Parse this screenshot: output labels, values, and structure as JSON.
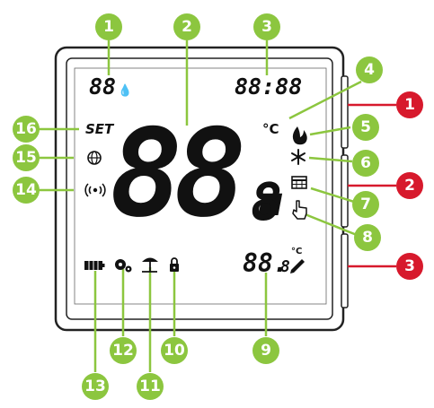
{
  "colors": {
    "callout_green": "#8cc63f",
    "callout_red": "#d7192c",
    "lcd_text": "#111111",
    "frame": "#222222"
  },
  "lcd": {
    "humidity": "88",
    "humidity_icon": "droplet-percent-icon",
    "clock": "88:88",
    "main_temp_big": "88.",
    "main_temp_small": "8",
    "unit": "°C",
    "set_label": "SET",
    "secondary_temp": "88.",
    "secondary_temp_small": "8",
    "secondary_unit": "°C"
  },
  "icons": [
    "droplet-percent-icon",
    "flame-icon",
    "snowflake-icon",
    "calendar-icon",
    "hand-pointer-icon",
    "globe-icon",
    "wireless-icon",
    "battery-icon",
    "gears-icon",
    "umbrella-icon",
    "padlock-icon",
    "pencil-icon"
  ],
  "callouts": {
    "green": [
      "1",
      "2",
      "3",
      "4",
      "5",
      "6",
      "7",
      "8",
      "9",
      "10",
      "11",
      "12",
      "13",
      "14",
      "15",
      "16"
    ],
    "red": [
      "1",
      "2",
      "3"
    ]
  }
}
